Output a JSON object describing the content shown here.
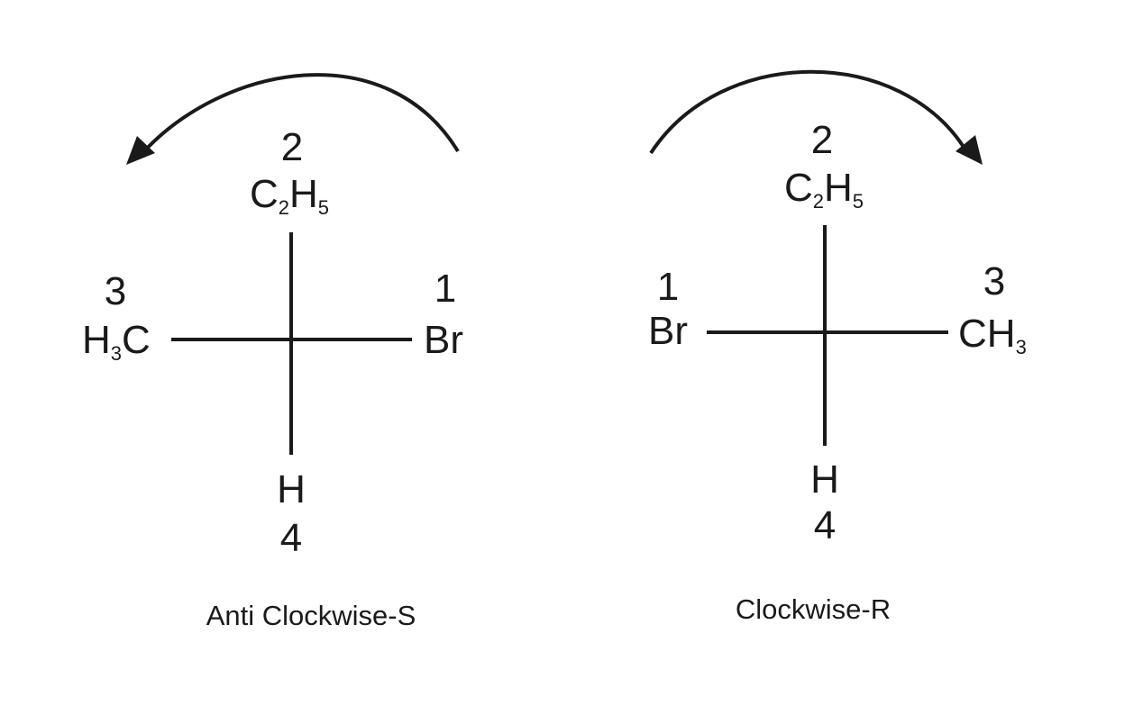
{
  "projections": [
    {
      "id": "left",
      "top": {
        "priority": "2",
        "formula": {
          "parts": [
            {
              "text": "C",
              "sub": "2"
            },
            {
              "text": "H",
              "sub": "5"
            }
          ]
        }
      },
      "left": {
        "priority": "3",
        "formula": {
          "parts": [
            {
              "text": "H",
              "sub": "3"
            },
            {
              "text": "C",
              "sub": ""
            }
          ]
        }
      },
      "right": {
        "priority": "1",
        "formula": {
          "parts": [
            {
              "text": "Br",
              "sub": ""
            }
          ]
        }
      },
      "bottom": {
        "priority": "4",
        "formula": {
          "parts": [
            {
              "text": "H",
              "sub": ""
            }
          ]
        }
      },
      "arrow_direction": "counterclockwise",
      "caption": "Anti Clockwise-S"
    },
    {
      "id": "right",
      "top": {
        "priority": "2",
        "formula": {
          "parts": [
            {
              "text": "C",
              "sub": "2"
            },
            {
              "text": "H",
              "sub": "5"
            }
          ]
        }
      },
      "left": {
        "priority": "1",
        "formula": {
          "parts": [
            {
              "text": "Br",
              "sub": ""
            }
          ]
        }
      },
      "right": {
        "priority": "3",
        "formula": {
          "parts": [
            {
              "text": "CH",
              "sub": "3"
            }
          ]
        }
      },
      "bottom": {
        "priority": "4",
        "formula": {
          "parts": [
            {
              "text": "H",
              "sub": ""
            }
          ]
        }
      },
      "arrow_direction": "clockwise",
      "caption": "Clockwise-R"
    }
  ]
}
